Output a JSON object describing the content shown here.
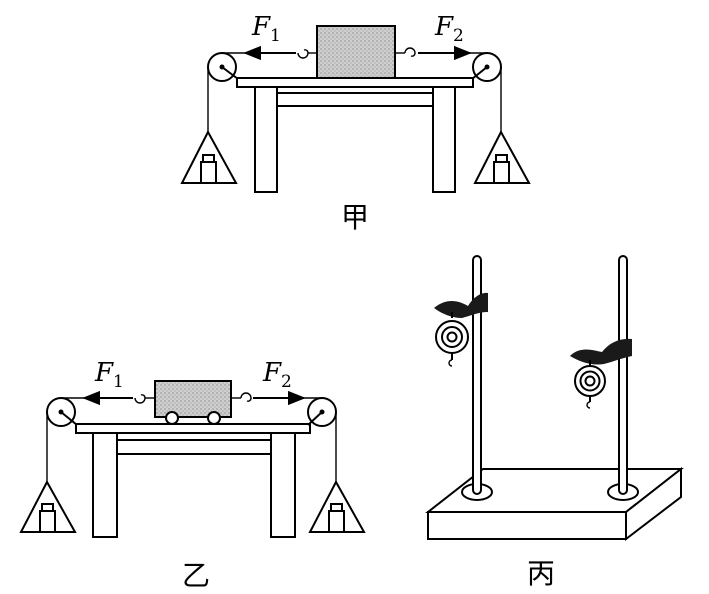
{
  "panels": [
    {
      "caption": "甲",
      "force_left": {
        "symbol": "F",
        "subscript": "1"
      },
      "force_right": {
        "symbol": "F",
        "subscript": "2"
      }
    },
    {
      "caption": "乙",
      "force_left": {
        "symbol": "F",
        "subscript": "1"
      },
      "force_right": {
        "symbol": "F",
        "subscript": "2"
      }
    },
    {
      "caption": "丙"
    }
  ]
}
